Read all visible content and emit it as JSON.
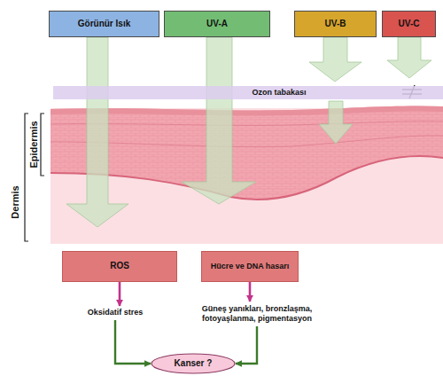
{
  "diagram": {
    "nodes": [
      {
        "text": [
          "Görünür Isık"
        ]
      },
      {
        "text": [
          "UV-A"
        ]
      },
      {
        "text": [
          "UV-B"
        ]
      },
      {
        "text": [
          "UV-C"
        ]
      },
      {
        "text": [
          "Ozon tabakası"
        ]
      },
      {
        "text": [
          "ROS"
        ]
      },
      {
        "text": [
          "Hücre ve DNA hasarı"
        ]
      },
      {
        "text": [
          "Oksidatif stres"
        ]
      },
      {
        "text": [
          "Güneş yanıkları, bronzlaşma, fotoyaşlanma, pigmentasyon"
        ]
      },
      {
        "text": [
          "Kanser ?"
        ]
      }
    ],
    "edges": [
      {
        "from": 5,
        "to": 7,
        "arrow": "to"
      },
      {
        "from": 6,
        "to": 8,
        "arrow": "to"
      },
      {
        "from": 7,
        "to": 9,
        "arrow": "to"
      },
      {
        "from": 8,
        "to": 9,
        "arrow": "to"
      }
    ],
    "labels": [
      "Epidermis",
      "Dermis"
    ]
  }
}
